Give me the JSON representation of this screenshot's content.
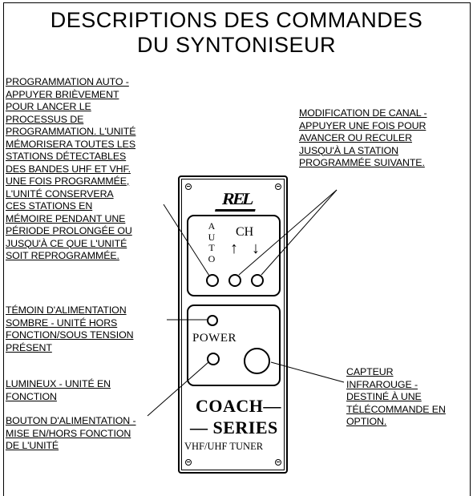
{
  "title": {
    "line1": "DESCRIPTIONS DES COMMANDES",
    "line2": "DU SYNTONISEUR"
  },
  "labels": {
    "auto_program": [
      "PROGRAMMATION AUTO -",
      "APPUYER BRIÈVEMENT",
      "POUR LANCER LE",
      "PROCESSUS DE",
      "PROGRAMMATION. L'UNITÉ",
      "MÉMORISERA TOUTES LES",
      "STATIONS DÉTECTABLES",
      "DES BANDES UHF ET VHF.",
      "UNE FOIS PROGRAMMÉE,",
      "L'UNITÉ CONSERVERA",
      "CES STATIONS EN",
      "MÉMOIRE PENDANT UNE",
      "PÉRIODE PROLONGÉE OU",
      "JUSQU'À CE QUE L'UNITÉ",
      "SOIT REPROGRAMMÉE."
    ],
    "channel": [
      "MODIFICATION DE CANAL -",
      "APPUYER UNE FOIS POUR",
      "AVANCER OU RECULER",
      "JUSQU'À LA STATION",
      "PROGRAMMÉE SUIVANTE."
    ],
    "power_led": [
      "TÉMOIN D'ALIMENTATION",
      "SOMBRE - UNITÉ HORS",
      "FONCTION/SOUS TENSION",
      "PRÉSENT"
    ],
    "power_led_lit": [
      "LUMINEUX - UNITÉ EN",
      "FONCTION"
    ],
    "power_button": [
      "BOUTON D'ALIMENTATION -",
      "MISE EN/HORS FONCTION",
      "DE L'UNITÉ"
    ],
    "ir_sensor": [
      "CAPTEUR",
      "INFRAROUGE -",
      "DESTINÉ À UNE",
      "TÉLÉCOMMANDE EN",
      "OPTION."
    ]
  },
  "panel": {
    "brand": "REL",
    "auto_letters": [
      "A",
      "U",
      "T",
      "O"
    ],
    "ch_label": "CH",
    "ch_up_arrow": "↑",
    "ch_down_arrow": "↓",
    "power_label": "POWER",
    "series_line1": "COACH—",
    "series_line2": "— SERIES",
    "tuner_label": "VHF/UHF TUNER"
  }
}
